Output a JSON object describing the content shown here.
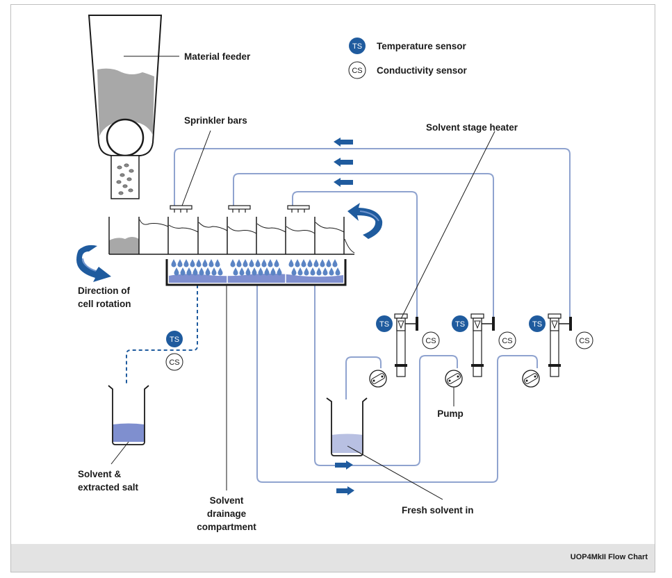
{
  "legend": {
    "ts_badge": "TS",
    "ts_label": "Temperature sensor",
    "cs_badge": "CS",
    "cs_label": "Conductivity sensor"
  },
  "labels": {
    "material_feeder": "Material feeder",
    "sprinkler_bars": "Sprinkler bars",
    "solvent_stage_heater": "Solvent stage heater",
    "direction_line1": "Direction of",
    "direction_line2": "cell rotation",
    "solvent_salt_line1": "Solvent &",
    "solvent_salt_line2": "extracted salt",
    "drainage_line1": "Solvent",
    "drainage_line2": "drainage",
    "drainage_line3": "compartment",
    "pump": "Pump",
    "fresh_solvent": "Fresh solvent in"
  },
  "sensors": {
    "ts": "TS",
    "cs": "CS"
  },
  "footer": {
    "caption": "UOP4MkII Flow Chart"
  },
  "colors": {
    "brand_blue": "#1f5b9e",
    "pipe": "#8fa3cf",
    "liquid": "#7f8fcf",
    "grey_fill": "#a8a8a8"
  }
}
